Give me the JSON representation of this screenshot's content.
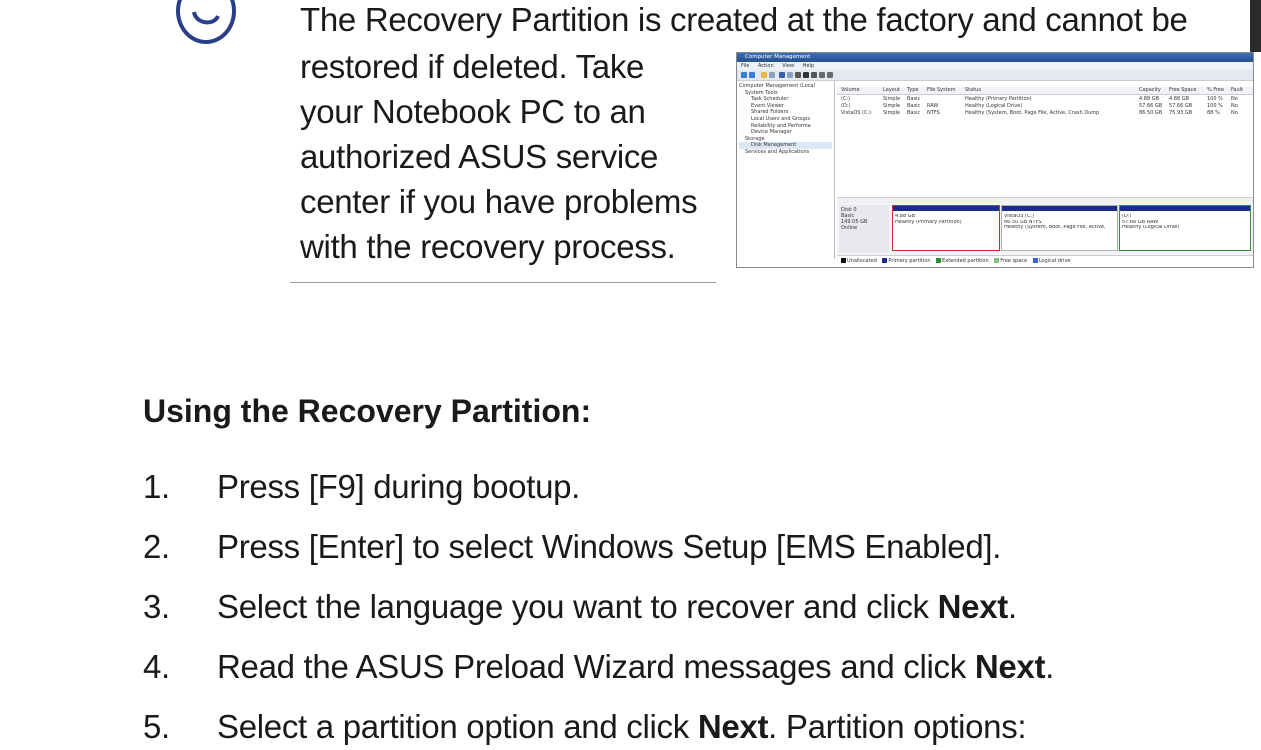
{
  "note": {
    "icon": "numbered-circle-icon",
    "first_line": "The Recovery Partition is created at the factory and cannot be",
    "lines": [
      "restored if deleted. Take",
      "your Notebook PC to an",
      "authorized ASUS service",
      "center if you have problems",
      "with the recovery process."
    ]
  },
  "screenshot": {
    "title": "Computer Management",
    "menu": [
      "File",
      "Action",
      "View",
      "Help"
    ],
    "tree": [
      "Computer Management (Local",
      "System Tools",
      "Task Scheduler",
      "Event Viewer",
      "Shared Folders",
      "Local Users and Groups",
      "Reliability and Performa",
      "Device Manager",
      "Storage",
      "Disk Management",
      "Services and Applications"
    ],
    "columns": [
      "Volume",
      "Layout",
      "Type",
      "File System",
      "Status",
      "Capacity",
      "Free Space",
      "% Free",
      "Fault"
    ],
    "rows": [
      [
        "(C:)",
        "Simple",
        "Basic",
        "",
        "Healthy (Primary Partition)",
        "4.88 GB",
        "4.88 GB",
        "100 %",
        "No"
      ],
      [
        "(D:)",
        "Simple",
        "Basic",
        "RAW",
        "Healthy (Logical Drive)",
        "57.66 GB",
        "57.66 GB",
        "100 %",
        "No"
      ],
      [
        "VistaOS (C:)",
        "Simple",
        "Basic",
        "NTFS",
        "Healthy (System, Boot, Page File, Active, Crash Dump",
        "86.50 GB",
        "75.93 GB",
        "88 %",
        "No"
      ]
    ],
    "disk": {
      "name": "Disk 0",
      "type": "Basic",
      "size": "149.05 GB",
      "state": "Online"
    },
    "partitions": [
      {
        "title": "4.88 GB",
        "status": "Healthy (Primary Partition)",
        "color": "#c43232"
      },
      {
        "title": "VistaOS (C:)",
        "size": "86.50 GB NTFS",
        "status": "Healthy (System, Boot, Page File, Active,",
        "color": "#1c2c8c"
      },
      {
        "title": "(D:)",
        "size": "57.66 GB RAW",
        "status": "Healthy (Logical Drive)",
        "color": "#2f8f3a"
      }
    ],
    "legend": [
      {
        "label": "Unallocated",
        "color": "#111111"
      },
      {
        "label": "Primary partition",
        "color": "#1c2c8c"
      },
      {
        "label": "Extended partition",
        "color": "#2f8f3a"
      },
      {
        "label": "Free space",
        "color": "#7fc47f"
      },
      {
        "label": "Logical drive",
        "color": "#3a5fcf"
      }
    ]
  },
  "heading": "Using the Recovery Partition:",
  "steps": [
    {
      "num": "1.",
      "text": "Press [F9] during bootup."
    },
    {
      "num": "2.",
      "text": "Press [Enter] to select Windows Setup [EMS Enabled]."
    },
    {
      "num": "3.",
      "text": "Select the language you want to recover and click ",
      "bold": "Next",
      "after": "."
    },
    {
      "num": "4.",
      "text": "Read the ASUS Preload Wizard messages and click ",
      "bold": "Next",
      "after": "."
    },
    {
      "num": "5.",
      "text": "Select a partition option and click ",
      "bold": "Next",
      "after": ". Partition options:"
    }
  ]
}
